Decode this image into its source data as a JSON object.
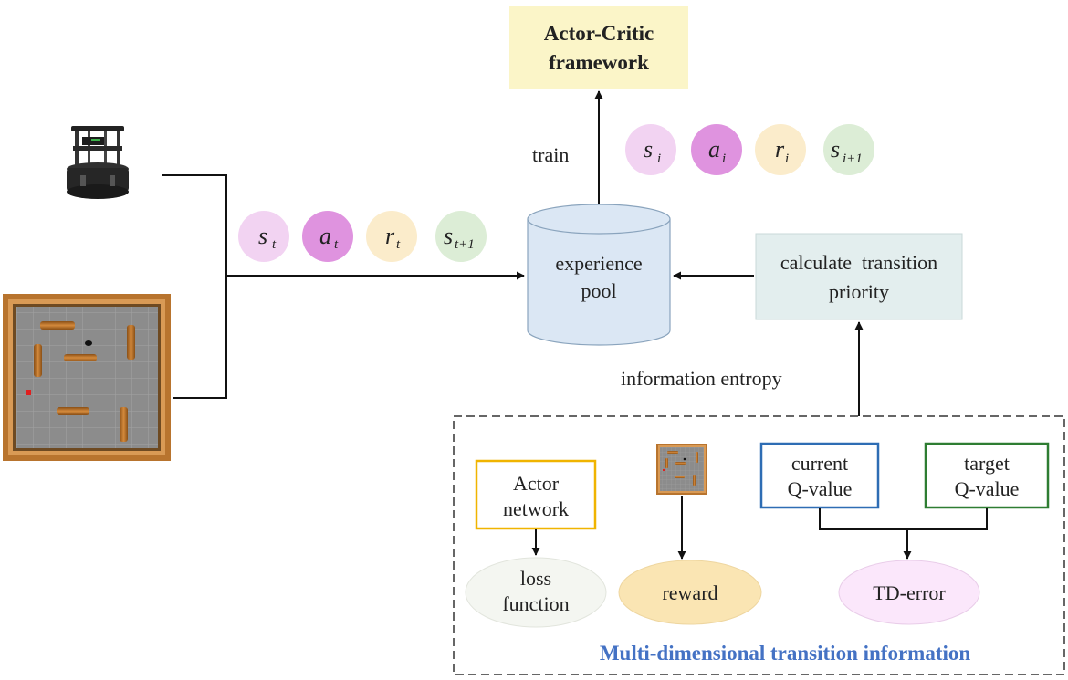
{
  "title_box": {
    "line1": "Actor-Critic",
    "line2": "framework"
  },
  "train_label": "train",
  "info_entropy_label": "information entropy",
  "pool": {
    "line1": "experience",
    "line2": "pool"
  },
  "priority_box": {
    "line1": "calculate  transition",
    "line2": "priority"
  },
  "transition_t": [
    {
      "base": "s",
      "sub": "t",
      "color": "#f2d3f2"
    },
    {
      "base": "a",
      "sub": "t",
      "color": "#df93df"
    },
    {
      "base": "r",
      "sub": "t",
      "color": "#fbeccb"
    },
    {
      "base": "s",
      "sub": "t+1",
      "color": "#dcedd6"
    }
  ],
  "transition_i": [
    {
      "base": "s",
      "sub": "i",
      "color": "#f2d3f2"
    },
    {
      "base": "a",
      "sub": "i",
      "color": "#df93df"
    },
    {
      "base": "r",
      "sub": "i",
      "color": "#fbeccb"
    },
    {
      "base": "s",
      "sub": "i+1",
      "color": "#dcedd6"
    }
  ],
  "actor_net": {
    "line1": "Actor",
    "line2": "network",
    "border": "#f0b400"
  },
  "current_q": {
    "line1": "current",
    "line2": "Q-value",
    "border": "#2e6db4"
  },
  "target_q": {
    "line1": "target",
    "line2": "Q-value",
    "border": "#2e7d32"
  },
  "loss": {
    "line1": "loss",
    "line2": "function"
  },
  "reward": "reward",
  "td_error": "TD-error",
  "panel_title": "Multi-dimensional transition information",
  "colors": {
    "title_box": "#fbf5c8",
    "pool_fill": "#dbe7f4",
    "priority_fill": "#e3eeee",
    "panel_title": "#4472c4",
    "loss_fill": "#f4f6f1",
    "reward_fill": "#fae5b3",
    "td_fill": "#fbe7fb"
  },
  "icons": [
    "robot-icon",
    "maze-map-icon",
    "maze-map-small-icon"
  ]
}
